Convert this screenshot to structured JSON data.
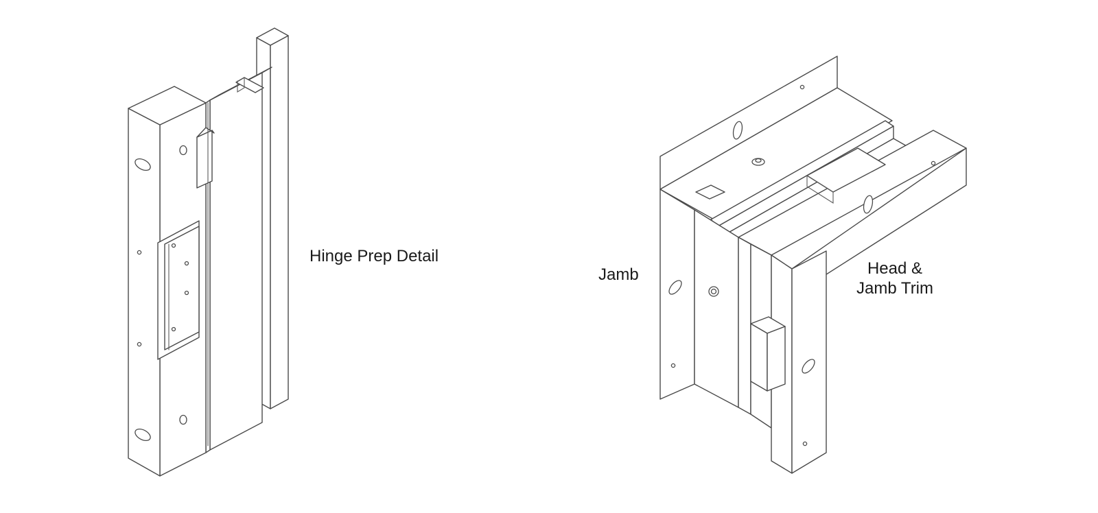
{
  "labels": {
    "hinge_prep_detail": "Hinge Prep Detail",
    "jamb": "Jamb",
    "head_trim_line1": "Head &",
    "head_trim_line2": "Jamb Trim"
  }
}
